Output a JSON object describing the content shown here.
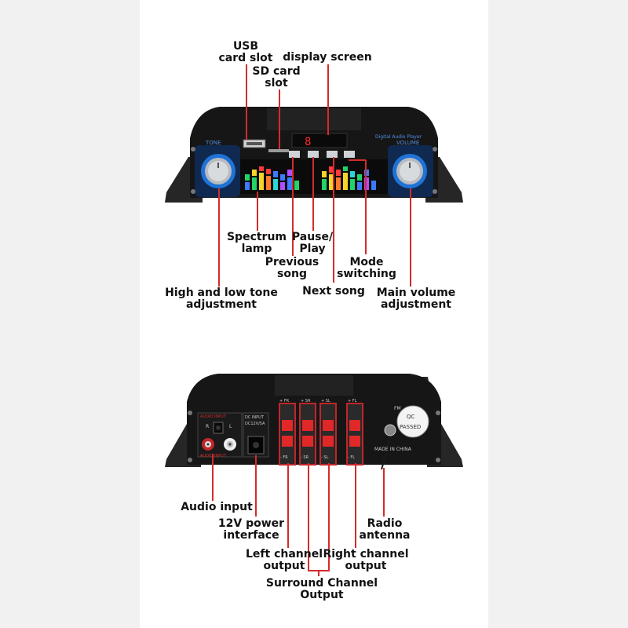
{
  "colors": {
    "leader_line": "#d52b2b",
    "page_background": "#f1f1f1",
    "panel_background": "#ffffff",
    "device_body": "#1b1b1b",
    "knob_ring": "#1f73d6",
    "display_digit": "#ff2a2a"
  },
  "front_panel": {
    "device_text": {
      "tone": "TONE",
      "volume": "VOLUME",
      "brand": "Digital Audio Player",
      "display_digit": "8"
    },
    "labels": {
      "usb_card_slot": [
        "USB",
        "card slot"
      ],
      "display_screen": "display screen",
      "sd_card_slot": [
        "SD card",
        "slot"
      ],
      "spectrum_lamp": [
        "Spectrum",
        "lamp"
      ],
      "pause_play": [
        "Pause/",
        "Play"
      ],
      "previous_song": [
        "Previous",
        "song"
      ],
      "mode_switching": [
        "Mode",
        "switching"
      ],
      "high_low_tone": [
        "High and low tone",
        "adjustment"
      ],
      "next_song": "Next song",
      "main_volume": [
        "Main volume",
        "adjustment"
      ]
    }
  },
  "back_panel": {
    "device_text": {
      "audio_input_top": "AUDIO INPUT",
      "audio_input_bottom": "AUDIO INPUT",
      "r": "R",
      "l": "L",
      "dc_input": "DC INPUT",
      "dc_spec": "DC12V/5A",
      "fr_pos": "+ FR",
      "fr_neg": "- FR",
      "sr_pos": "+ SR",
      "sr_neg": "- SR",
      "sl_pos": "+ SL",
      "sl_neg": "- SL",
      "fl_pos": "+ FL",
      "fl_neg": "- FL",
      "fm": "FM",
      "qc": "QC",
      "passed": "PASSED",
      "made_in_china": "MADE IN CHINA"
    },
    "labels": {
      "audio_input": "Audio input",
      "power_interface": [
        "12V power",
        "interface"
      ],
      "radio_antenna": [
        "Radio",
        "antenna"
      ],
      "left_channel": [
        "Left channel",
        "output"
      ],
      "right_channel": [
        "Right channel",
        "output"
      ],
      "surround_channel": [
        "Surround Channel",
        "Output"
      ]
    }
  }
}
